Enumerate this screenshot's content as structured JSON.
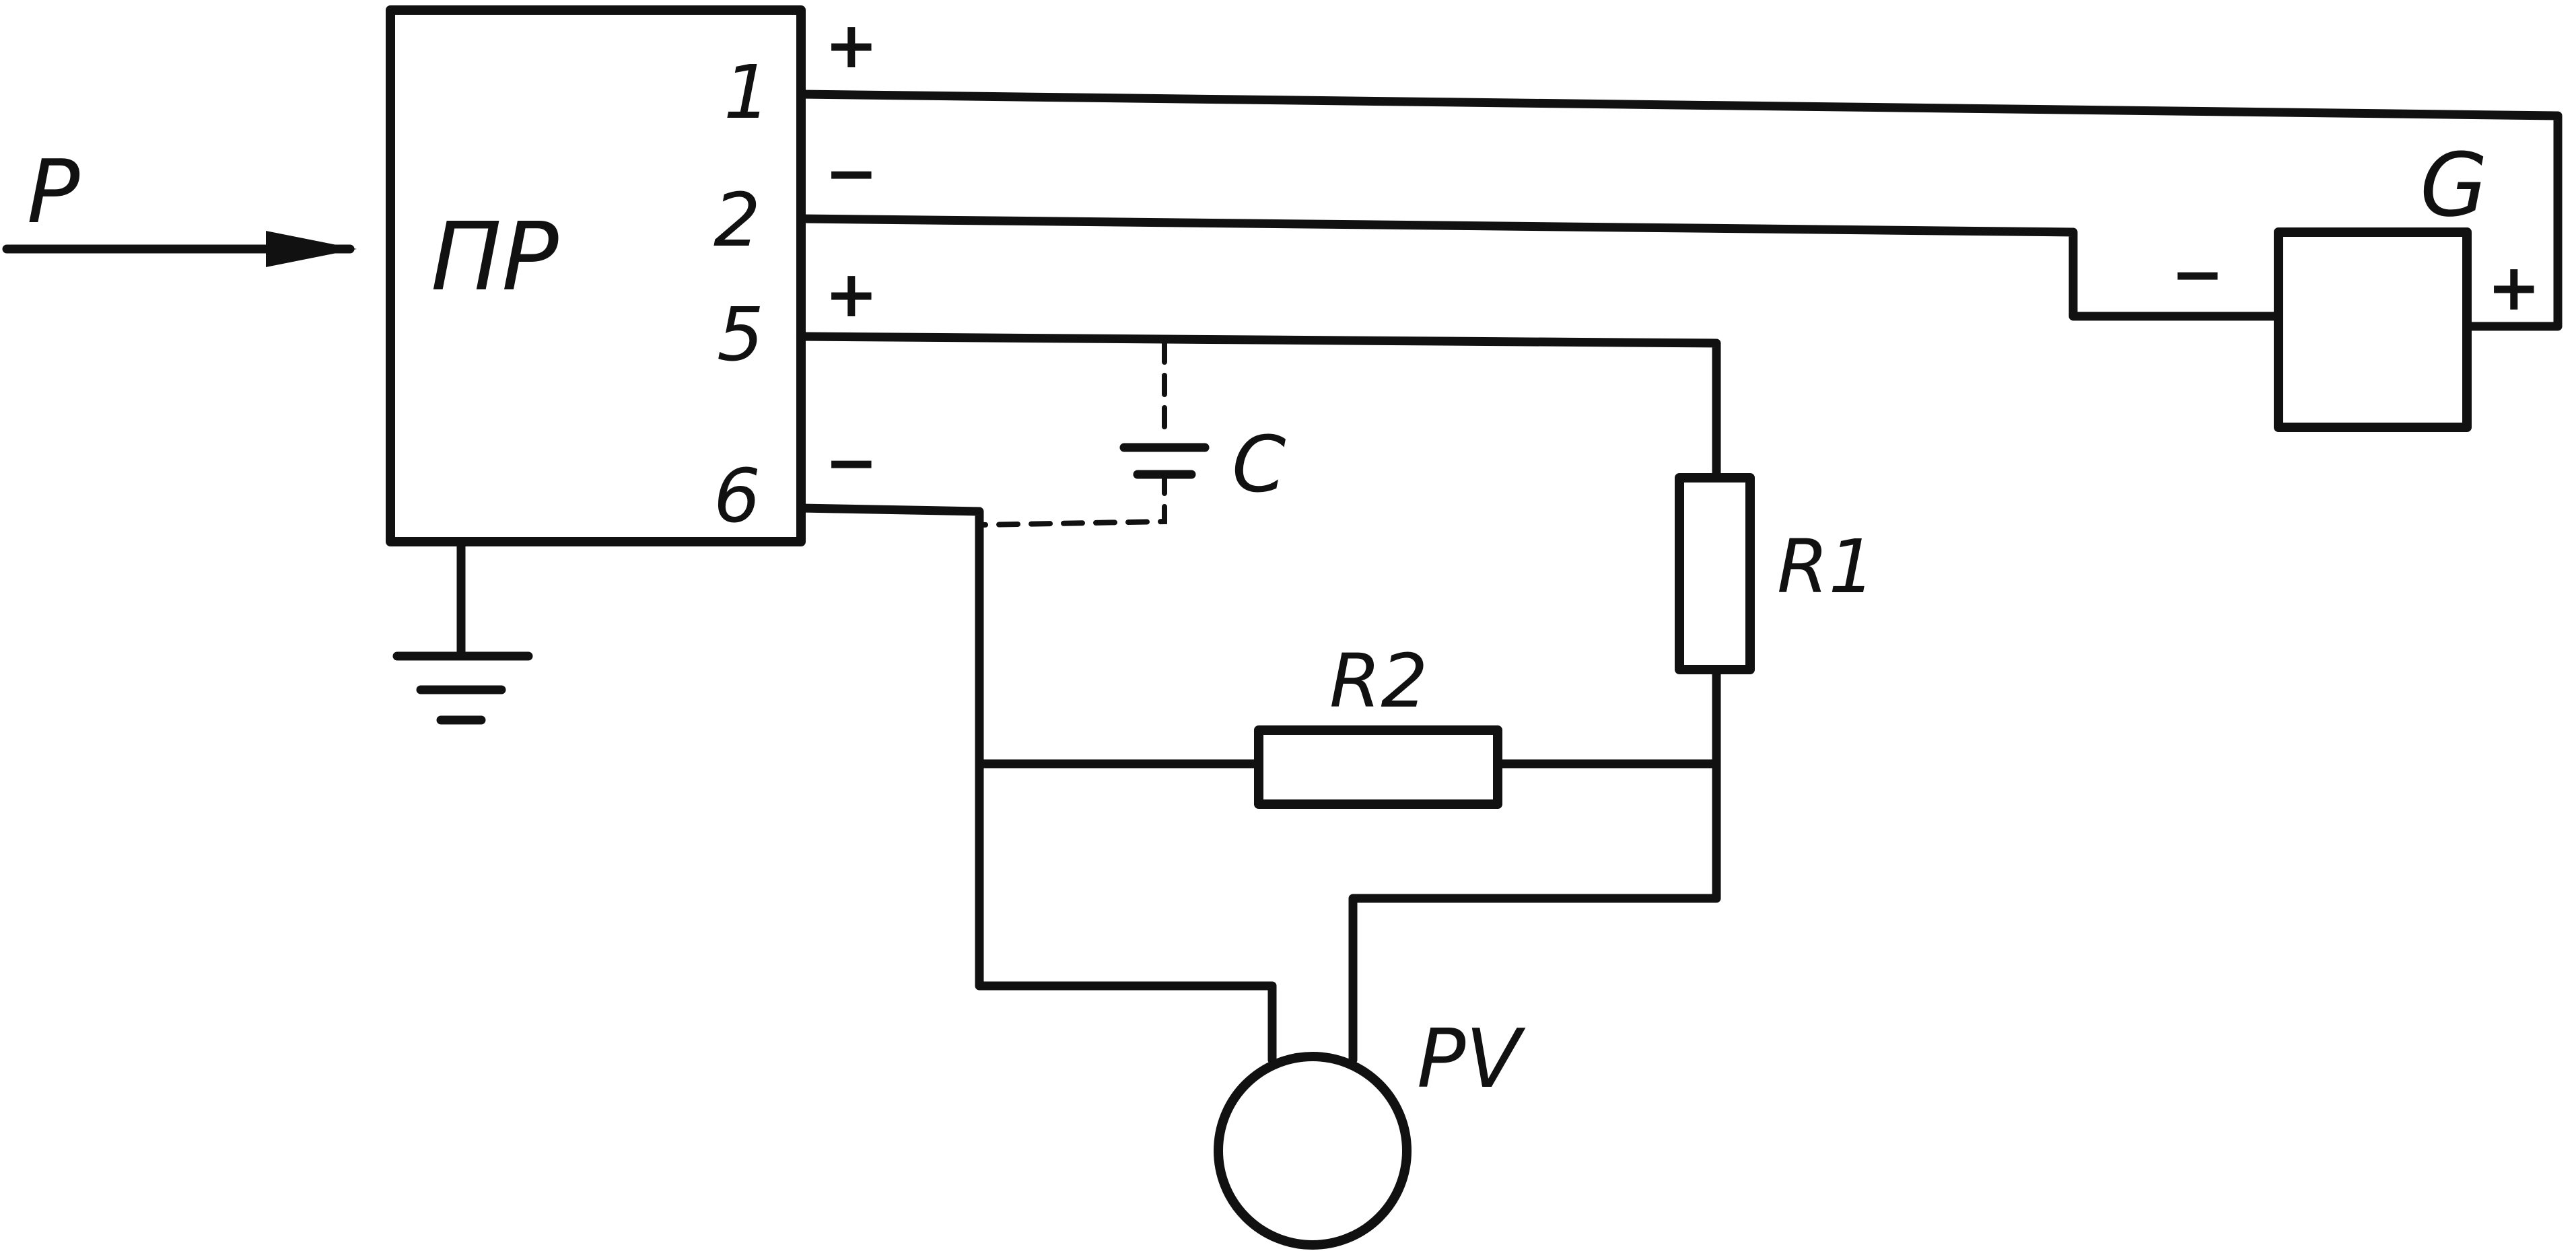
{
  "input_label": "P",
  "converter": {
    "label": "ПР"
  },
  "terminals": {
    "t1": {
      "number": "1",
      "polarity": "+"
    },
    "t2": {
      "number": "2",
      "polarity": "−"
    },
    "t5": {
      "number": "5",
      "polarity": "+"
    },
    "t6": {
      "number": "6",
      "polarity": "−"
    }
  },
  "source": {
    "label": "G",
    "minus": "−",
    "plus": "+"
  },
  "capacitor": {
    "label": "C"
  },
  "resistor1": {
    "label": "R1"
  },
  "resistor2": {
    "label": "R2"
  },
  "meter": {
    "label": "PV"
  }
}
